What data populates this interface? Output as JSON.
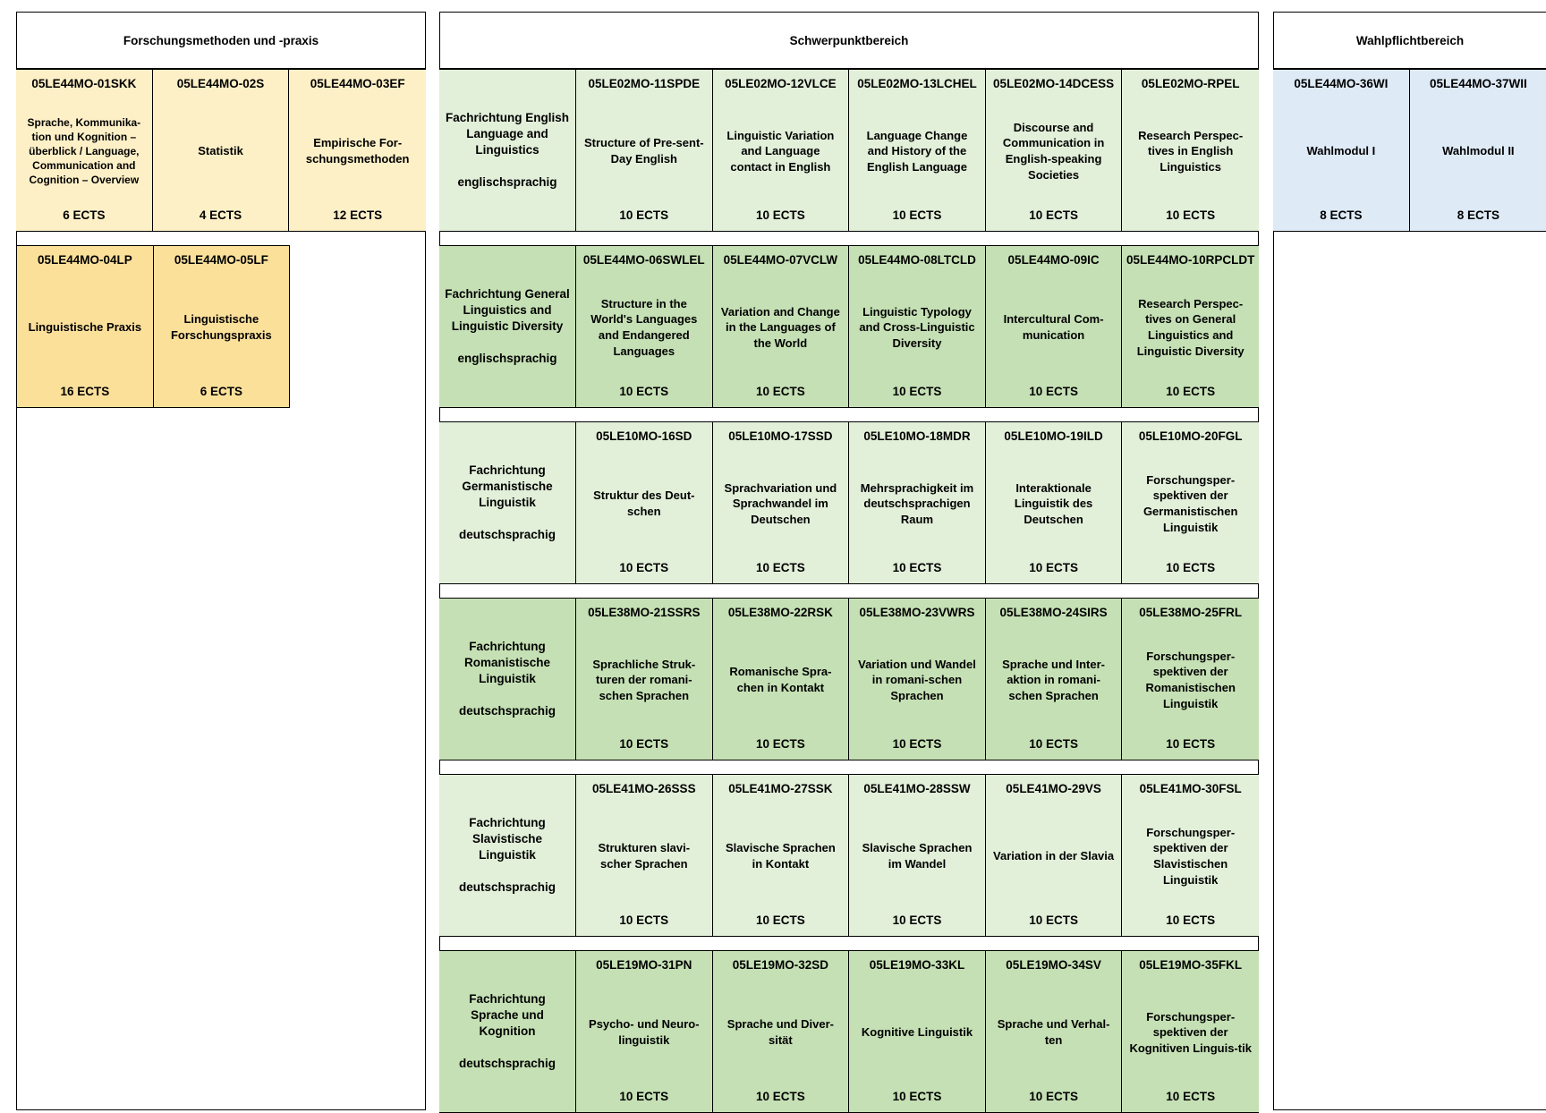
{
  "forschung": {
    "title": "Forschungsmethoden und -praxis",
    "row1": [
      {
        "code": "05LE44MO-01SKK",
        "title": "Sprache, Kommunika-tion und Kognition – überblick / Language, Communication and Cognition – Overview",
        "ects": "6 ECTS"
      },
      {
        "code": "05LE44MO-02S",
        "title": "Statistik",
        "ects": "4 ECTS"
      },
      {
        "code": "05LE44MO-03EF",
        "title": "Empirische For-schungsmethoden",
        "ects": "12 ECTS"
      }
    ],
    "row2": [
      {
        "code": "05LE44MO-04LP",
        "title": "Linguistische Praxis",
        "ects": "16 ECTS"
      },
      {
        "code": "05LE44MO-05LF",
        "title": "Linguistische Forschungspraxis",
        "ects": "6 ECTS"
      }
    ]
  },
  "schwerpunkt": {
    "title": "Schwerpunktbereich",
    "rows": [
      {
        "label": "Fachrichtung English Language and Linguistics",
        "lang": "englischsprachig",
        "modules": [
          {
            "code": "05LE02MO-11SPDE",
            "title": "Structure of Pre-sent-Day English",
            "ects": "10 ECTS"
          },
          {
            "code": "05LE02MO-12VLCE",
            "title": "Linguistic Variation and Language contact in English",
            "ects": "10 ECTS"
          },
          {
            "code": "05LE02MO-13LCHEL",
            "title": "Language Change and History of the English Language",
            "ects": "10 ECTS"
          },
          {
            "code": "05LE02MO-14DCESS",
            "title": "Discourse and Communication in English-speaking Societies",
            "ects": "10 ECTS"
          },
          {
            "code": "05LE02MO-RPEL",
            "title": "Research Perspec-tives in English Linguistics",
            "ects": "10 ECTS"
          }
        ]
      },
      {
        "label": "Fachrichtung General Linguistics and Linguistic Diversity",
        "lang": "englischsprachig",
        "modules": [
          {
            "code": "05LE44MO-06SWLEL",
            "title": "Structure in the World's Languages and Endangered Languages",
            "ects": "10 ECTS"
          },
          {
            "code": "05LE44MO-07VCLW",
            "title": "Variation and Change in the Languages of the World",
            "ects": "10 ECTS"
          },
          {
            "code": "05LE44MO-08LTCLD",
            "title": "Linguistic Typology and Cross-Linguistic Diversity",
            "ects": "10 ECTS"
          },
          {
            "code": "05LE44MO-09IC",
            "title": "Intercultural Com-munication",
            "ects": "10 ECTS"
          },
          {
            "code": "05LE44MO-10RPCLDT",
            "title": "Research Perspec-tives on General Linguistics and Linguistic Diversity",
            "ects": "10 ECTS"
          }
        ]
      },
      {
        "label": "Fachrichtung Germanistische Linguistik",
        "lang": "deutschsprachig",
        "modules": [
          {
            "code": "05LE10MO-16SD",
            "title": "Struktur des Deut-schen",
            "ects": "10 ECTS"
          },
          {
            "code": "05LE10MO-17SSD",
            "title": "Sprachvariation und Sprachwandel im Deutschen",
            "ects": "10 ECTS"
          },
          {
            "code": "05LE10MO-18MDR",
            "title": "Mehrsprachigkeit im deutschsprachigen Raum",
            "ects": "10 ECTS"
          },
          {
            "code": "05LE10MO-19ILD",
            "title": "Interaktionale Linguistik des Deutschen",
            "ects": "10 ECTS"
          },
          {
            "code": "05LE10MO-20FGL",
            "title": "Forschungsper-spektiven der Germanistischen Linguistik",
            "ects": "10 ECTS"
          }
        ]
      },
      {
        "label": "Fachrichtung Romanistische Linguistik",
        "lang": "deutschsprachig",
        "modules": [
          {
            "code": "05LE38MO-21SSRS",
            "title": "Sprachliche Struk-turen der romani-schen Sprachen",
            "ects": "10 ECTS"
          },
          {
            "code": "05LE38MO-22RSK",
            "title": "Romanische Spra-chen in Kontakt",
            "ects": "10 ECTS"
          },
          {
            "code": "05LE38MO-23VWRS",
            "title": "Variation und Wandel in romani-schen Sprachen",
            "ects": "10 ECTS"
          },
          {
            "code": "05LE38MO-24SIRS",
            "title": "Sprache und Inter-aktion in romani-schen Sprachen",
            "ects": "10 ECTS"
          },
          {
            "code": "05LE38MO-25FRL",
            "title": "Forschungsper-spektiven der Romanistischen Linguistik",
            "ects": "10 ECTS"
          }
        ]
      },
      {
        "label": "Fachrichtung Slavistische Linguistik",
        "lang": "deutschsprachig",
        "modules": [
          {
            "code": "05LE41MO-26SSS",
            "title": "Strukturen slavi-scher Sprachen",
            "ects": "10 ECTS"
          },
          {
            "code": "05LE41MO-27SSK",
            "title": "Slavische Sprachen in Kontakt",
            "ects": "10 ECTS"
          },
          {
            "code": "05LE41MO-28SSW",
            "title": "Slavische Sprachen im Wandel",
            "ects": "10 ECTS"
          },
          {
            "code": "05LE41MO-29VS",
            "title": "Variation in der Slavia",
            "ects": "10 ECTS"
          },
          {
            "code": "05LE41MO-30FSL",
            "title": "Forschungsper-spektiven der Slavistischen Linguistik",
            "ects": "10 ECTS"
          }
        ]
      },
      {
        "label": "Fachrichtung Sprache und Kognition",
        "lang": "deutschsprachig",
        "modules": [
          {
            "code": "05LE19MO-31PN",
            "title": "Psycho- und Neuro-linguistik",
            "ects": "10 ECTS"
          },
          {
            "code": "05LE19MO-32SD",
            "title": "Sprache und Diver-sität",
            "ects": "10 ECTS"
          },
          {
            "code": "05LE19MO-33KL",
            "title": "Kognitive Linguistik",
            "ects": "10 ECTS"
          },
          {
            "code": "05LE19MO-34SV",
            "title": "Sprache und Verhal-ten",
            "ects": "10 ECTS"
          },
          {
            "code": "05LE19MO-35FKL",
            "title": "Forschungsper-spektiven der Kognitiven Linguis-tik",
            "ects": "10 ECTS"
          }
        ]
      }
    ]
  },
  "wahlpflicht": {
    "title": "Wahlpflichtbereich",
    "modules": [
      {
        "code": "05LE44MO-36WI",
        "title": "Wahlmodul I",
        "ects": "8 ECTS"
      },
      {
        "code": "05LE44MO-37WII",
        "title": "Wahlmodul II",
        "ects": "8 ECTS"
      }
    ]
  }
}
